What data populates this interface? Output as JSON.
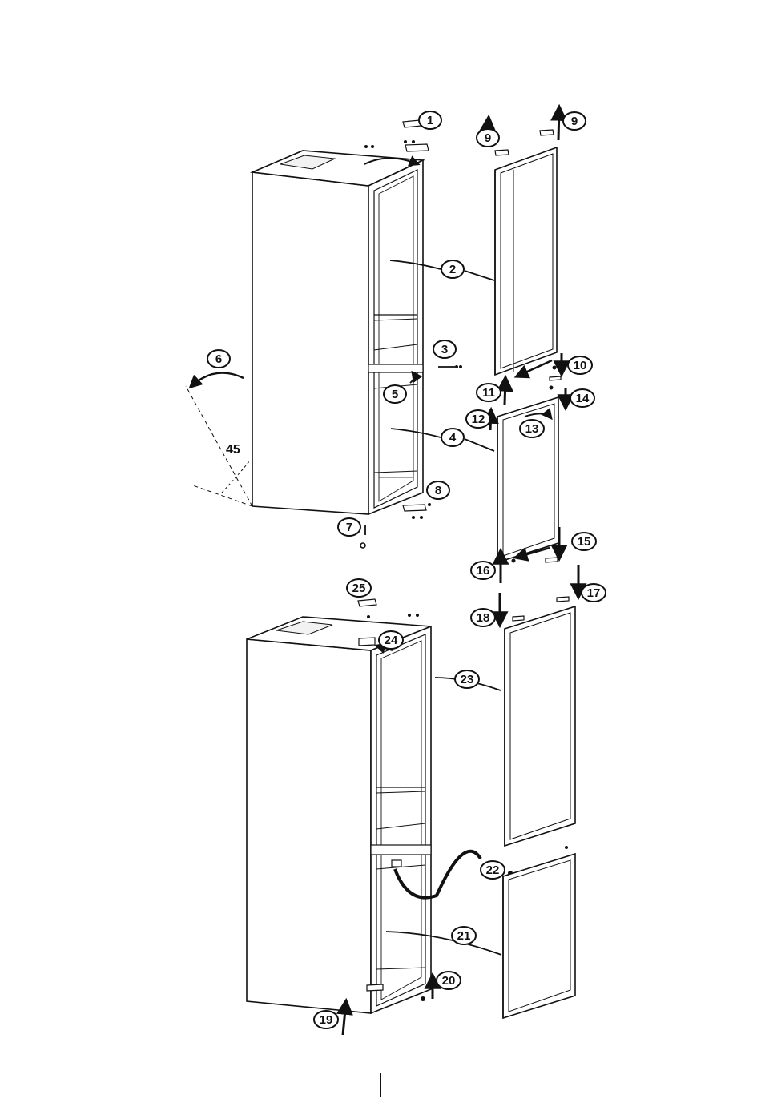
{
  "diagram": {
    "angle_label": "45",
    "callouts": [
      "1",
      "2",
      "3",
      "4",
      "5",
      "6",
      "7",
      "8",
      "9",
      "9",
      "10",
      "11",
      "12",
      "13",
      "14",
      "15",
      "16",
      "17",
      "18",
      "19",
      "20",
      "21",
      "22",
      "23",
      "24",
      "25"
    ]
  }
}
